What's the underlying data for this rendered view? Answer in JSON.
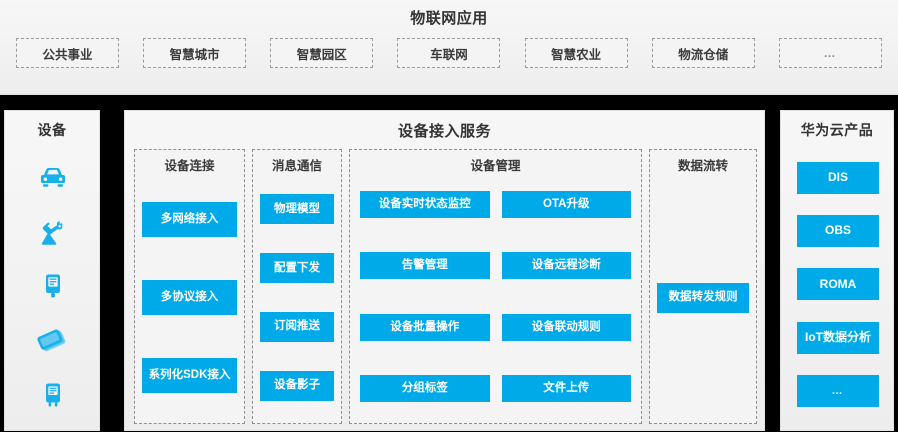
{
  "applications": {
    "title": "物联网应用",
    "items": [
      {
        "label": "公共事业"
      },
      {
        "label": "智慧城市"
      },
      {
        "label": "智慧园区"
      },
      {
        "label": "车联网"
      },
      {
        "label": "智慧农业"
      },
      {
        "label": "物流仓储"
      },
      {
        "label": "…"
      }
    ]
  },
  "devices": {
    "title": "设备",
    "items": [
      {
        "icon": "car-icon"
      },
      {
        "icon": "robot-arm-icon"
      },
      {
        "icon": "meter-device-icon"
      },
      {
        "icon": "smart-card-stack-icon"
      },
      {
        "icon": "terminal-device-icon"
      }
    ]
  },
  "access_service": {
    "title": "设备接入服务",
    "groups": [
      {
        "title": "设备连接",
        "items": [
          {
            "label": "多网络接入"
          },
          {
            "label": "多协议接入"
          },
          {
            "label": "系列化SDK接入"
          }
        ]
      },
      {
        "title": "消息通信",
        "items": [
          {
            "label": "物理模型"
          },
          {
            "label": "配置下发"
          },
          {
            "label": "订阅推送"
          },
          {
            "label": "设备影子"
          }
        ]
      },
      {
        "title": "设备管理",
        "items": [
          {
            "label": "设备实时状态监控"
          },
          {
            "label": "OTA升级"
          },
          {
            "label": "告警管理"
          },
          {
            "label": "设备远程诊断"
          },
          {
            "label": "设备批量操作"
          },
          {
            "label": "设备联动规则"
          },
          {
            "label": "分组标签"
          },
          {
            "label": "文件上传"
          }
        ]
      },
      {
        "title": "数据流转",
        "items": [
          {
            "label": "数据转发规则"
          }
        ]
      }
    ]
  },
  "cloud_products": {
    "title": "华为云产品",
    "items": [
      {
        "label": "DIS"
      },
      {
        "label": "OBS"
      },
      {
        "label": "ROMA"
      },
      {
        "label": "IoT数据分析"
      },
      {
        "label": "…"
      }
    ]
  },
  "colors": {
    "accent_blue": "#00aae8",
    "panel_background": "#f4f4f4",
    "page_background": "#000000",
    "dashed_border": "#8f8f8f",
    "text_dark": "#3a3a3a"
  }
}
